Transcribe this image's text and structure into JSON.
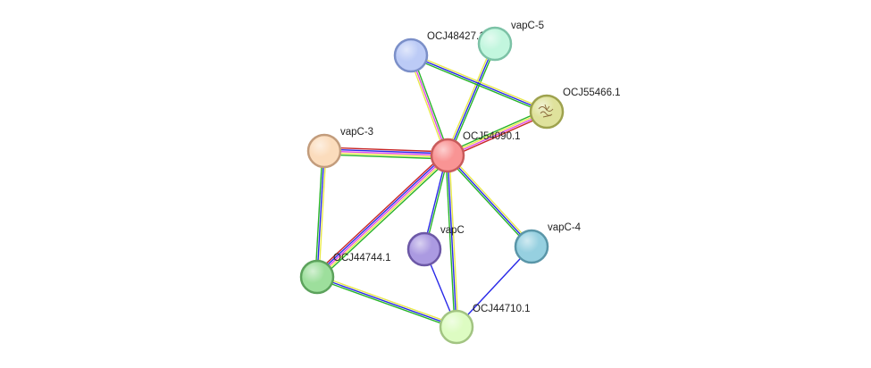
{
  "nodes": [
    {
      "id": "OCJ54090.1",
      "label": "OCJ54090.1",
      "fill": "#f99494",
      "stroke": "#c85c5c"
    },
    {
      "id": "OCJ48427.1",
      "label": "OCJ48427.1",
      "fill": "#bccbf6",
      "stroke": "#7b8fc8"
    },
    {
      "id": "vapC-5",
      "label": "vapC-5",
      "fill": "#c2f6de",
      "stroke": "#7cc2a6"
    },
    {
      "id": "OCJ55466.1",
      "label": "OCJ55466.1",
      "fill": "#dfe29c",
      "stroke": "#9ea24e"
    },
    {
      "id": "vapC-3",
      "label": "vapC-3",
      "fill": "#fbdcbc",
      "stroke": "#c29c7c"
    },
    {
      "id": "vapC",
      "label": "vapC",
      "fill": "#ab9ae1",
      "stroke": "#6c58a6"
    },
    {
      "id": "vapC-4",
      "label": "vapC-4",
      "fill": "#96d0e0",
      "stroke": "#5a96a8"
    },
    {
      "id": "OCJ44744.1",
      "label": "OCJ44744.1",
      "fill": "#9ddf9c",
      "stroke": "#5ca25c"
    },
    {
      "id": "OCJ44710.1",
      "label": "OCJ44710.1",
      "fill": "#ddfcc2",
      "stroke": "#a2c482"
    }
  ],
  "edges": [
    {
      "from": "OCJ54090.1",
      "to": "OCJ48427.1",
      "colors": [
        "#e8e84a",
        "#e048e8",
        "#28b428"
      ]
    },
    {
      "from": "OCJ54090.1",
      "to": "vapC-5",
      "colors": [
        "#e8e84a",
        "#2828e8",
        "#28b428"
      ]
    },
    {
      "from": "OCJ54090.1",
      "to": "OCJ55466.1",
      "colors": [
        "#28b428",
        "#e8e84a",
        "#e048e8",
        "#c82828"
      ]
    },
    {
      "from": "OCJ54090.1",
      "to": "vapC-3",
      "colors": [
        "#28b428",
        "#e8e84a",
        "#e048e8",
        "#2828e8",
        "#c82828"
      ]
    },
    {
      "from": "OCJ54090.1",
      "to": "OCJ44744.1",
      "colors": [
        "#28b428",
        "#e8e84a",
        "#e048e8",
        "#2828e8",
        "#c82828"
      ]
    },
    {
      "from": "OCJ54090.1",
      "to": "vapC",
      "colors": [
        "#28b428",
        "#2828e8"
      ]
    },
    {
      "from": "OCJ54090.1",
      "to": "vapC-4",
      "colors": [
        "#e8e84a",
        "#2828e8",
        "#28b428"
      ]
    },
    {
      "from": "OCJ54090.1",
      "to": "OCJ44710.1",
      "colors": [
        "#e8e84a",
        "#2828e8",
        "#28b428"
      ]
    },
    {
      "from": "OCJ48427.1",
      "to": "OCJ55466.1",
      "colors": [
        "#e8e84a",
        "#2828e8",
        "#28b428"
      ]
    },
    {
      "from": "vapC-3",
      "to": "OCJ44744.1",
      "colors": [
        "#e8e84a",
        "#2828e8",
        "#28b428"
      ]
    },
    {
      "from": "OCJ44744.1",
      "to": "OCJ44710.1",
      "colors": [
        "#e8e84a",
        "#2828e8",
        "#28b428"
      ]
    },
    {
      "from": "vapC",
      "to": "OCJ44710.1",
      "colors": [
        "#2828e8"
      ]
    },
    {
      "from": "vapC-4",
      "to": "OCJ44710.1",
      "colors": [
        "#2828e8"
      ]
    }
  ]
}
